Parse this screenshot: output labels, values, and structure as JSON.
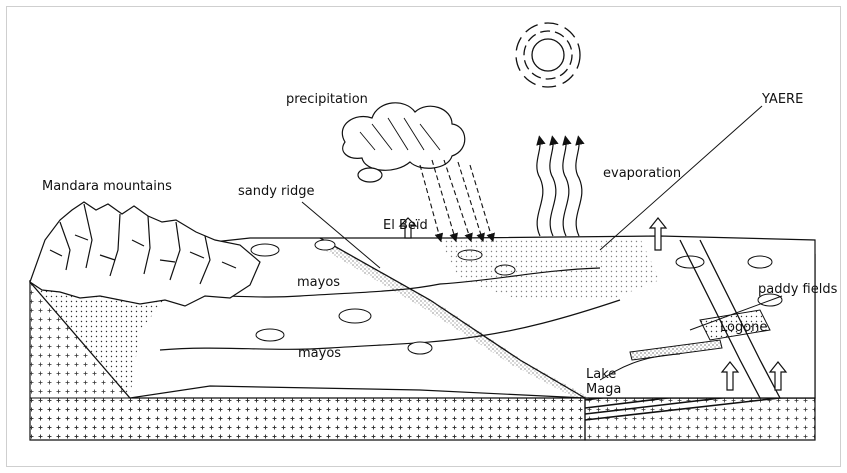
{
  "diagram": {
    "labels": {
      "mandara_mountains": "Mandara mountains",
      "sandy_ridge": "sandy ridge",
      "precipitation": "precipitation",
      "el_beid": "El Beïd",
      "evaporation": "evaporation",
      "yaere": "YAERE",
      "mayos_upper": "mayos",
      "mayos_lower": "mayos",
      "paddy_fields": "paddy fields",
      "logone": "Logone",
      "lake_maga_line1": "Lake",
      "lake_maga_line2": "Maga"
    },
    "icons": [
      "sun-icon",
      "cloud-icon",
      "rain-arrows",
      "evaporation-arrows",
      "groundwater-arrows"
    ],
    "colors": {
      "ink": "#111111",
      "paper": "#ffffff",
      "frame": "#cfcfcf"
    }
  }
}
